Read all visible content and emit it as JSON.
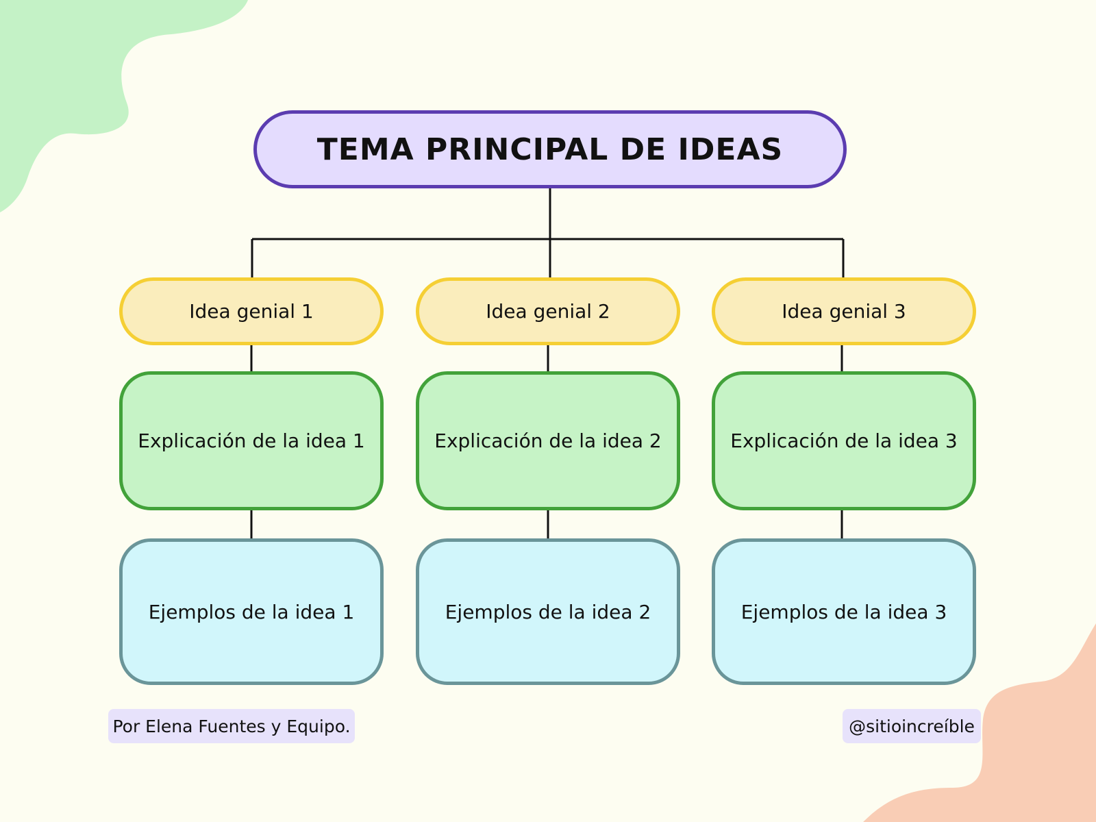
{
  "title": "TEMA PRINCIPAL DE IDEAS",
  "columns": [
    {
      "idea": "Idea genial 1",
      "explanation": "Explicación de la idea 1",
      "examples": "Ejemplos de la idea 1"
    },
    {
      "idea": "Idea genial 2",
      "explanation": "Explicación de la idea 2",
      "examples": "Ejemplos de la idea 2"
    },
    {
      "idea": "Idea genial 3",
      "explanation": "Explicación de la idea 3",
      "examples": "Ejemplos de la idea 3"
    }
  ],
  "footer": {
    "author": "Por Elena Fuentes y Equipo.",
    "handle": "@sitioincreíble"
  },
  "colors": {
    "background": "#fdfdf1",
    "title_fill": "#e4dcfe",
    "title_border": "#5b3cb0",
    "idea_fill": "#faedbc",
    "idea_border": "#f5cf34",
    "explanation_fill": "#c6f3c6",
    "explanation_border": "#42a23a",
    "examples_fill": "#d1f6fb",
    "examples_border": "#6a9599",
    "blob_top_left": "#c4f2c6",
    "blob_bottom_right": "#f9cdb5"
  }
}
